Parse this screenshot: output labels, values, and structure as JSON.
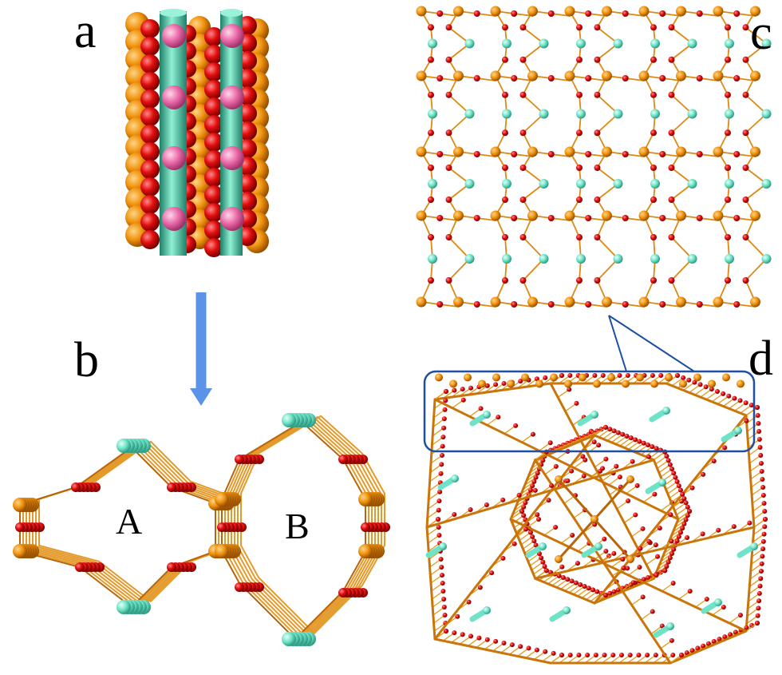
{
  "labels": {
    "a": "a",
    "b": "b",
    "c": "c",
    "d": "d",
    "pore_a": "A",
    "pore_b": "B"
  },
  "colors": {
    "metal_orange": "#f0920c",
    "oxygen_red": "#e30e0e",
    "cyan": "#6fe3c8",
    "pink": "#ea69a8",
    "rod_green": "#2aa98a",
    "bond_orange": "#dd8a14",
    "arrow_blue": "#5b93e8",
    "box_blue": "#1e4fa0"
  }
}
